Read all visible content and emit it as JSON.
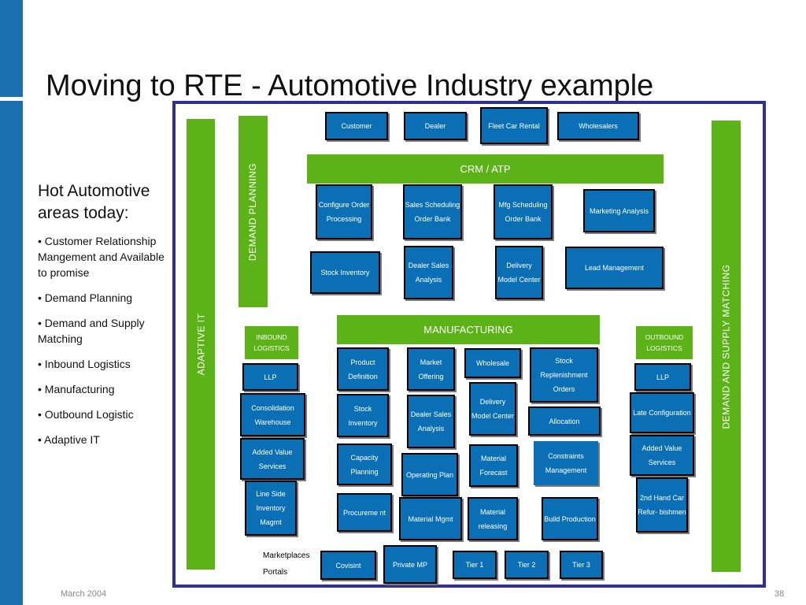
{
  "slide": {
    "title": "Moving to RTE - Automotive Industry example",
    "hot_title": "Hot Automotive areas today:",
    "bullets": [
      "• Customer Relationship Mangement and Available to promise",
      "• Demand Planning",
      "• Demand and Supply Matching",
      "• Inbound Logistics",
      "• Manufacturing",
      "• Outbound Logistic",
      "• Adaptive IT"
    ],
    "footer_date": "March 2004",
    "page_number": "38",
    "colors": {
      "accent_blue": "#1a6fb0",
      "frame_navy": "#2e3192",
      "green": "#5bb318",
      "box_blue": "#0a6fb5"
    }
  },
  "diagram": {
    "bars": {
      "adaptive_it": "ADAPTIVE  IT",
      "demand_planning": "DEMAND PLANNING",
      "demand_supply": "DEMAND AND SUPPLY MATCHING",
      "crm": "CRM / ATP",
      "manufacturing": "MANUFACTURING",
      "inbound": "INBOUND LOGISTICS",
      "outbound": "OUTBOUND LOGISTICS"
    },
    "top": {
      "customer": "Customer",
      "dealer": "Dealer",
      "fleet": "Fleet Car Rental",
      "wholesalers": "Wholesalers"
    },
    "crm": {
      "configure": "Configure Order Processing",
      "sales_sched": "Sales Scheduling Order Bank",
      "mfg_sched": "Mfg Scheduling Order Bank",
      "marketing": "Marketing Analysis",
      "stock_inv": "Stock Inventory",
      "dealer_sales": "Dealer Sales Analysis",
      "delivery": "Delivery Model Center",
      "lead": "Lead Management"
    },
    "manufacturing": {
      "product_def": "Product Definition",
      "market_offering": "Market Offering",
      "wholesale": "Wholesale",
      "stock_repl": "Stock Replenishment Orders",
      "stock_inv": "Stock Inventory",
      "dealer_sales": "Dealer Sales Analysis",
      "delivery": "Delivery Model Center",
      "allocation": "Allocation",
      "capacity": "Capacity Planning",
      "operating": "Operating Plan",
      "material_forecast": "Material Forecast",
      "constraints": "Constraints Management",
      "procurement": "Procureme nt",
      "material_mgmt": "Material Mgmt",
      "material_releasing": "Material releasing",
      "build": "Build Production"
    },
    "inbound": {
      "llp": "LLP",
      "consolidation": "Consolidation Warehouse",
      "added_value": "Added Value Services",
      "line_side": "Line Side Inventory Magmt"
    },
    "outbound": {
      "llp": "LLP",
      "late_config": "Late Configuration",
      "added_value": "Added Value Services",
      "second_hand": "2nd Hand Car Refur- bishmen"
    },
    "bottom": {
      "marketplaces": "Marketplaces",
      "portals": "Portals",
      "covisint": "Covisint",
      "private_mp": "Private MP",
      "tier1": "Tier 1",
      "tier2": "Tier 2",
      "tier3": "Tier 3"
    }
  }
}
